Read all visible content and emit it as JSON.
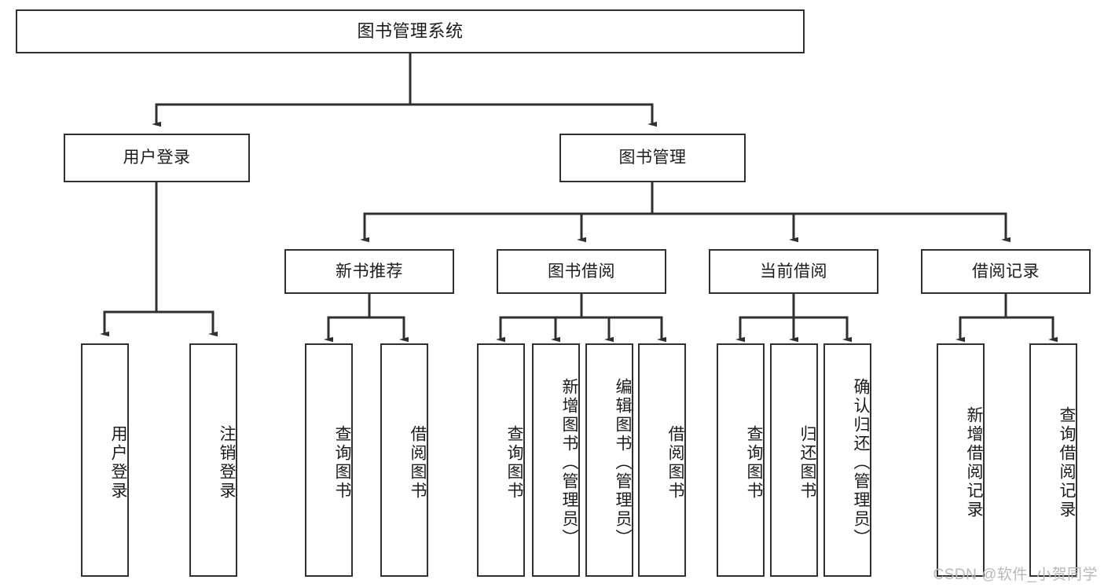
{
  "diagram": {
    "title": "图书管理系统",
    "type": "功能结构图",
    "watermark": "CSDN @软件_小贺同学",
    "colors": {
      "border": "#303030",
      "background": "#ffffff",
      "text": "#1c1c1c",
      "watermark": "#b8b8b8"
    },
    "root": {
      "label": "图书管理系统"
    },
    "level2": [
      {
        "id": "user-login",
        "label": "用户登录"
      },
      {
        "id": "book-management",
        "label": "图书管理"
      }
    ],
    "level3": [
      {
        "id": "new-book-recommend",
        "label": "新书推荐",
        "parent": "book-management"
      },
      {
        "id": "book-borrow",
        "label": "图书借阅",
        "parent": "book-management"
      },
      {
        "id": "current-borrow",
        "label": "当前借阅",
        "parent": "book-management"
      },
      {
        "id": "borrow-record",
        "label": "借阅记录",
        "parent": "book-management"
      }
    ],
    "leaves": [
      {
        "id": "leaf-user-login",
        "label": "用户登录",
        "parent": "user-login"
      },
      {
        "id": "leaf-user-logout",
        "label": "注销登录",
        "parent": "user-login"
      },
      {
        "id": "leaf-query-book-1",
        "label": "查询图书",
        "parent": "new-book-recommend"
      },
      {
        "id": "leaf-borrow-book-1",
        "label": "借阅图书",
        "parent": "new-book-recommend"
      },
      {
        "id": "leaf-query-book-2",
        "label": "查询图书",
        "parent": "book-borrow"
      },
      {
        "id": "leaf-add-book",
        "label": "新增图书（管理员）",
        "parent": "book-borrow"
      },
      {
        "id": "leaf-edit-book",
        "label": "编辑图书（管理员）",
        "parent": "book-borrow"
      },
      {
        "id": "leaf-borrow-book-2",
        "label": "借阅图书",
        "parent": "book-borrow"
      },
      {
        "id": "leaf-query-book-3",
        "label": "查询图书",
        "parent": "current-borrow"
      },
      {
        "id": "leaf-return-book",
        "label": "归还图书",
        "parent": "current-borrow"
      },
      {
        "id": "leaf-confirm-return",
        "label": "确认归还（管理员）",
        "parent": "current-borrow"
      },
      {
        "id": "leaf-add-record",
        "label": "新增借阅记录",
        "parent": "borrow-record"
      },
      {
        "id": "leaf-query-record",
        "label": "查询借阅记录",
        "parent": "borrow-record"
      }
    ]
  }
}
